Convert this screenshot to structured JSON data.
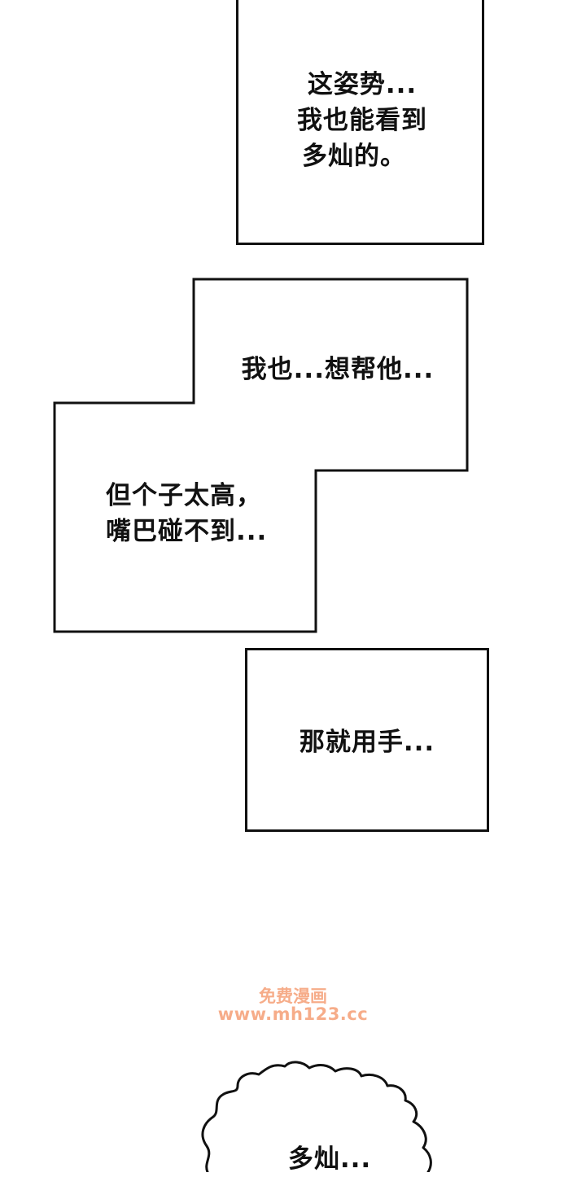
{
  "captions": {
    "box1": {
      "lines": [
        "这姿势...",
        "我也能看到",
        "多灿的。"
      ]
    },
    "box2_top": {
      "lines": [
        "我也...想帮他..."
      ]
    },
    "box2_bottom": {
      "lines": [
        "但个子太高，",
        "嘴巴碰不到..."
      ]
    },
    "box3": {
      "lines": [
        "那就用手..."
      ]
    },
    "thought_bubble": {
      "lines": [
        "多灿..."
      ]
    }
  },
  "watermark": {
    "line1": "免费漫画",
    "line2": "www.mh123.cc",
    "color": "#f06a2a"
  },
  "colors": {
    "ink": "#111111",
    "paper": "#ffffff"
  }
}
